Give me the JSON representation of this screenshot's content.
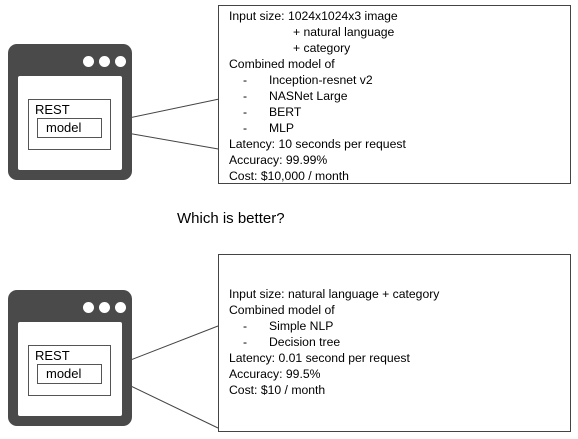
{
  "top": {
    "window": {
      "rest_label": "REST",
      "model_label": "model"
    },
    "details": {
      "input_label": "Input size: 1024x1024x3 image",
      "input_extra": [
        "+ natural language",
        "+ category"
      ],
      "combined_label": "Combined model of",
      "models": [
        "Inception-resnet v2",
        "NASNet Large",
        "BERT",
        "MLP"
      ],
      "latency": "Latency: 10 seconds per request",
      "accuracy": "Accuracy: 99.99%",
      "cost": "Cost: $10,000 / month"
    }
  },
  "question": "Which is better?",
  "bottom": {
    "window": {
      "rest_label": "REST",
      "model_label": "model"
    },
    "details": {
      "input_label": "Input size: natural language + category",
      "combined_label": "Combined model of",
      "models": [
        "Simple NLP",
        "Decision tree"
      ],
      "latency": "Latency: 0.01 second per request",
      "accuracy": "Accuracy: 99.5%",
      "cost": "Cost: $10 / month"
    }
  },
  "bullet": "-"
}
